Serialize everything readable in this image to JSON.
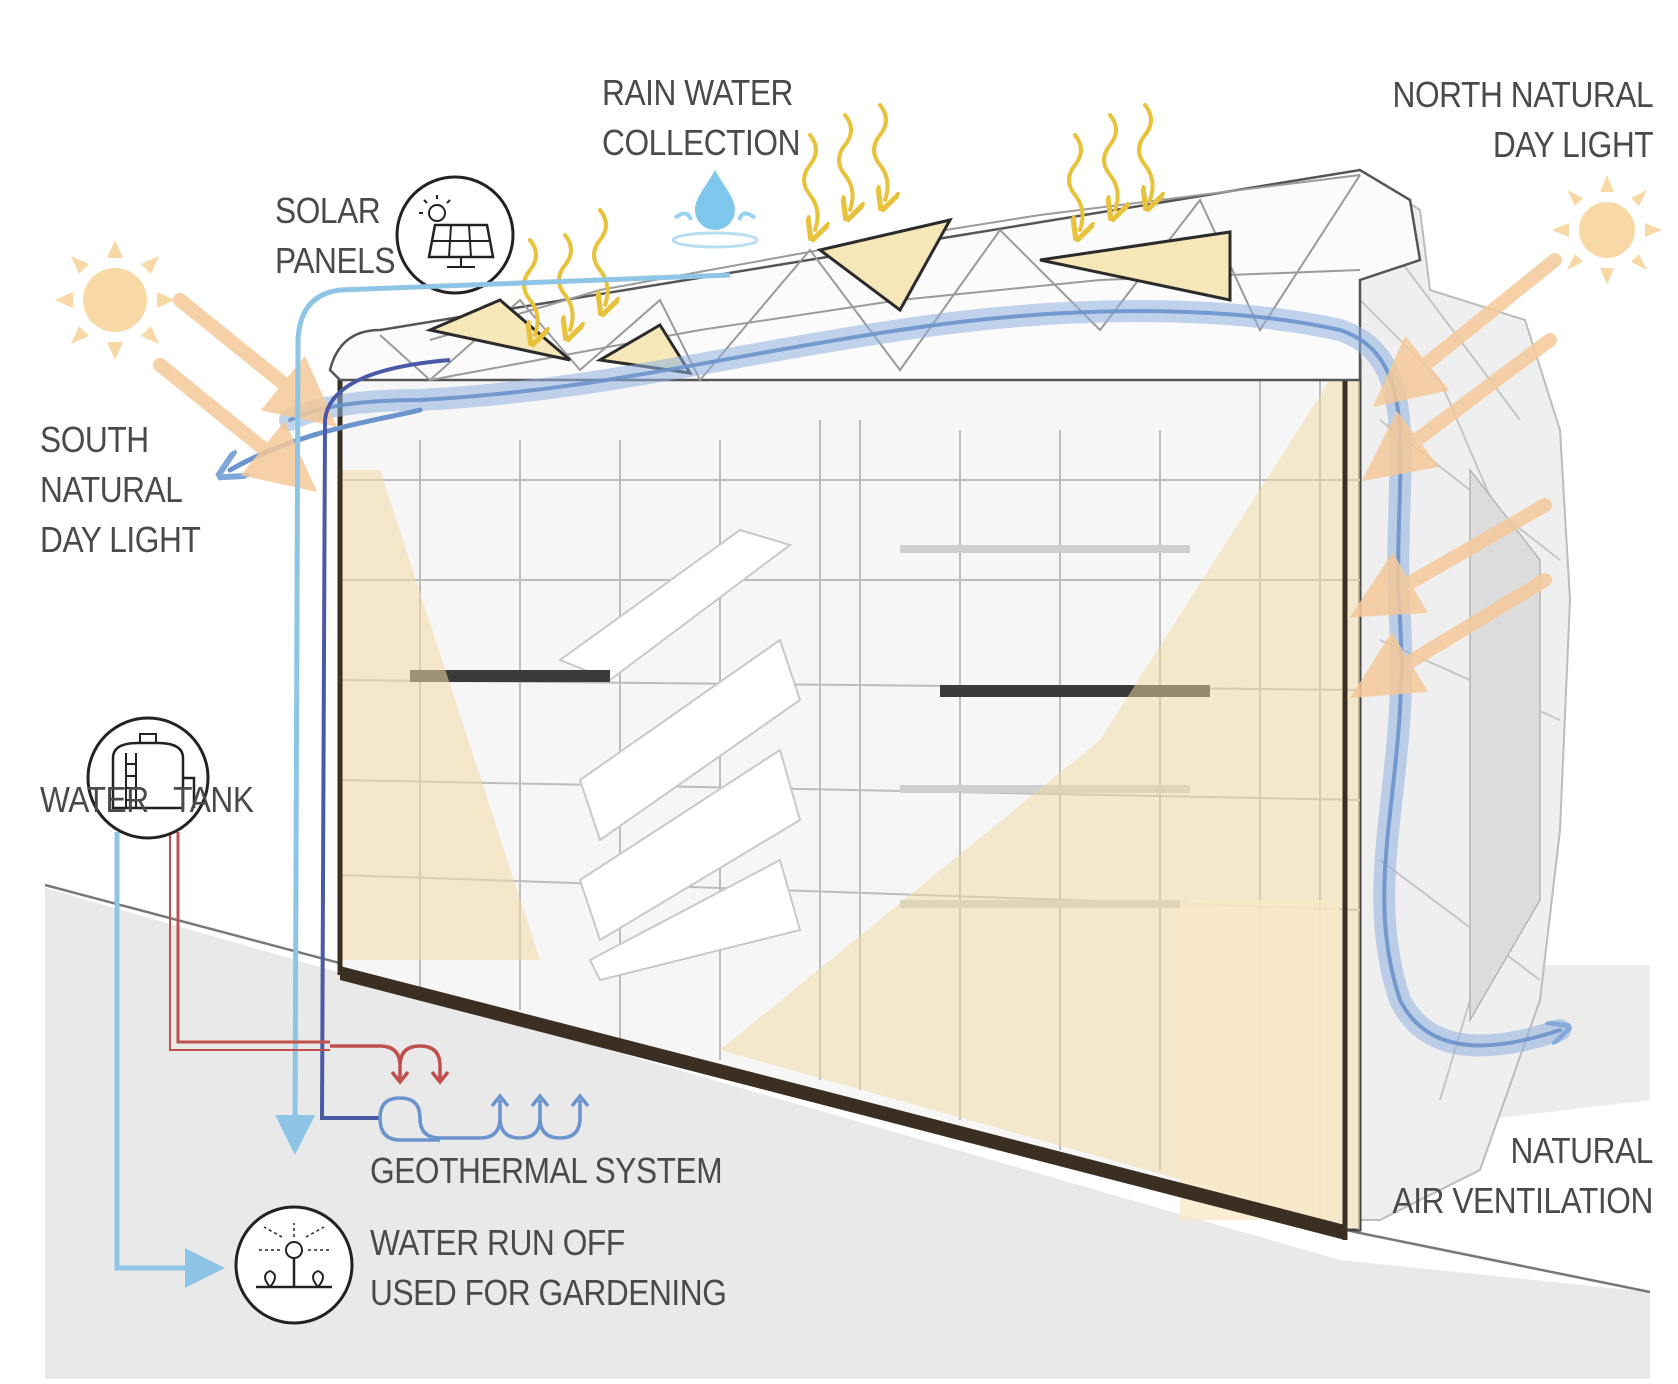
{
  "labels": {
    "rain_water": {
      "line1": "RAIN WATER",
      "line2": "COLLECTION"
    },
    "north_daylight": {
      "line1": "NORTH NATURAL",
      "line2": "DAY LIGHT"
    },
    "solar_panels": {
      "line1": "SOLAR",
      "line2": "PANELS"
    },
    "south_daylight": {
      "line1": "SOUTH",
      "line2": "NATURAL",
      "line3": "DAY LIGHT"
    },
    "water_tank": "WATER   TANK",
    "geothermal": "GEOTHERMAL SYSTEM",
    "water_runoff": {
      "line1": "WATER RUN OFF",
      "line2": "USED FOR GARDENING"
    },
    "air_ventilation": {
      "line1": "NATURAL",
      "line2": "AIR VENTILATION"
    }
  },
  "icons": [
    "sun-icon",
    "solar-panel-icon",
    "water-drop-icon",
    "water-tank-icon",
    "sprinkler-icon",
    "geothermal-coil-icon"
  ],
  "colors": {
    "sun": "#f8d9a6",
    "sun_ray": "#f5c99a",
    "heat_wave": "#e8c23a",
    "air_flow": "#7ea6d8",
    "cold_pipe": "#8ec5e6",
    "hot_pipe": "#c0504d",
    "deep_pipe": "#4a5aa8",
    "ground": "#e8e8e8",
    "floor_slab": "#3b2f24",
    "light_wash": "#f7e6c0",
    "panel": "#f6e7b8",
    "text": "#4a4a4a"
  }
}
